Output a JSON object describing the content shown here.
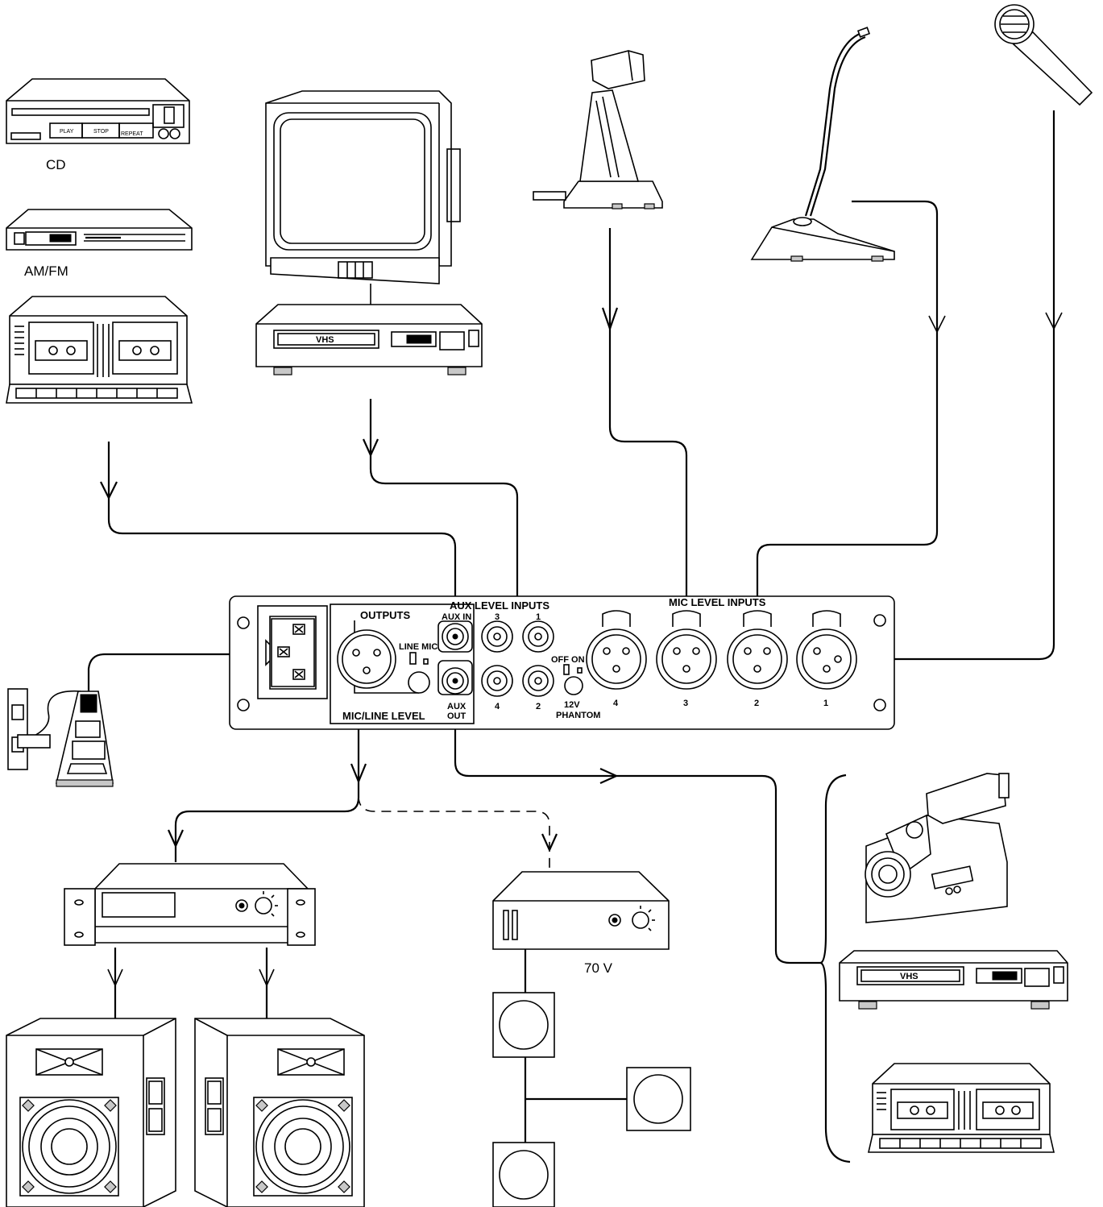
{
  "labels": {
    "cd": "CD",
    "amfm": "AM/FM",
    "v70": "70 V",
    "vhs_main": "VHS",
    "vhs_right": "VHS",
    "cd_play": "PLAY",
    "cd_stop": "STOP",
    "cd_repeat": "REPEAT"
  },
  "panel": {
    "outputs": "OUTPUTS",
    "aux_level_inputs": "AUX LEVEL INPUTS",
    "mic_level_inputs": "MIC LEVEL INPUTS",
    "aux_in": "AUX IN",
    "aux_out_1": "AUX",
    "aux_out_2": "OUT",
    "line_mic": "LINE MIC",
    "mic_line_level": "MIC/LINE LEVEL",
    "off_on": "OFF  ON",
    "phantom_1": "12V",
    "phantom_2": "PHANTOM",
    "aux_jacks": [
      "3",
      "1",
      "4",
      "2"
    ],
    "mic_jacks": [
      "4",
      "3",
      "2",
      "1"
    ]
  }
}
